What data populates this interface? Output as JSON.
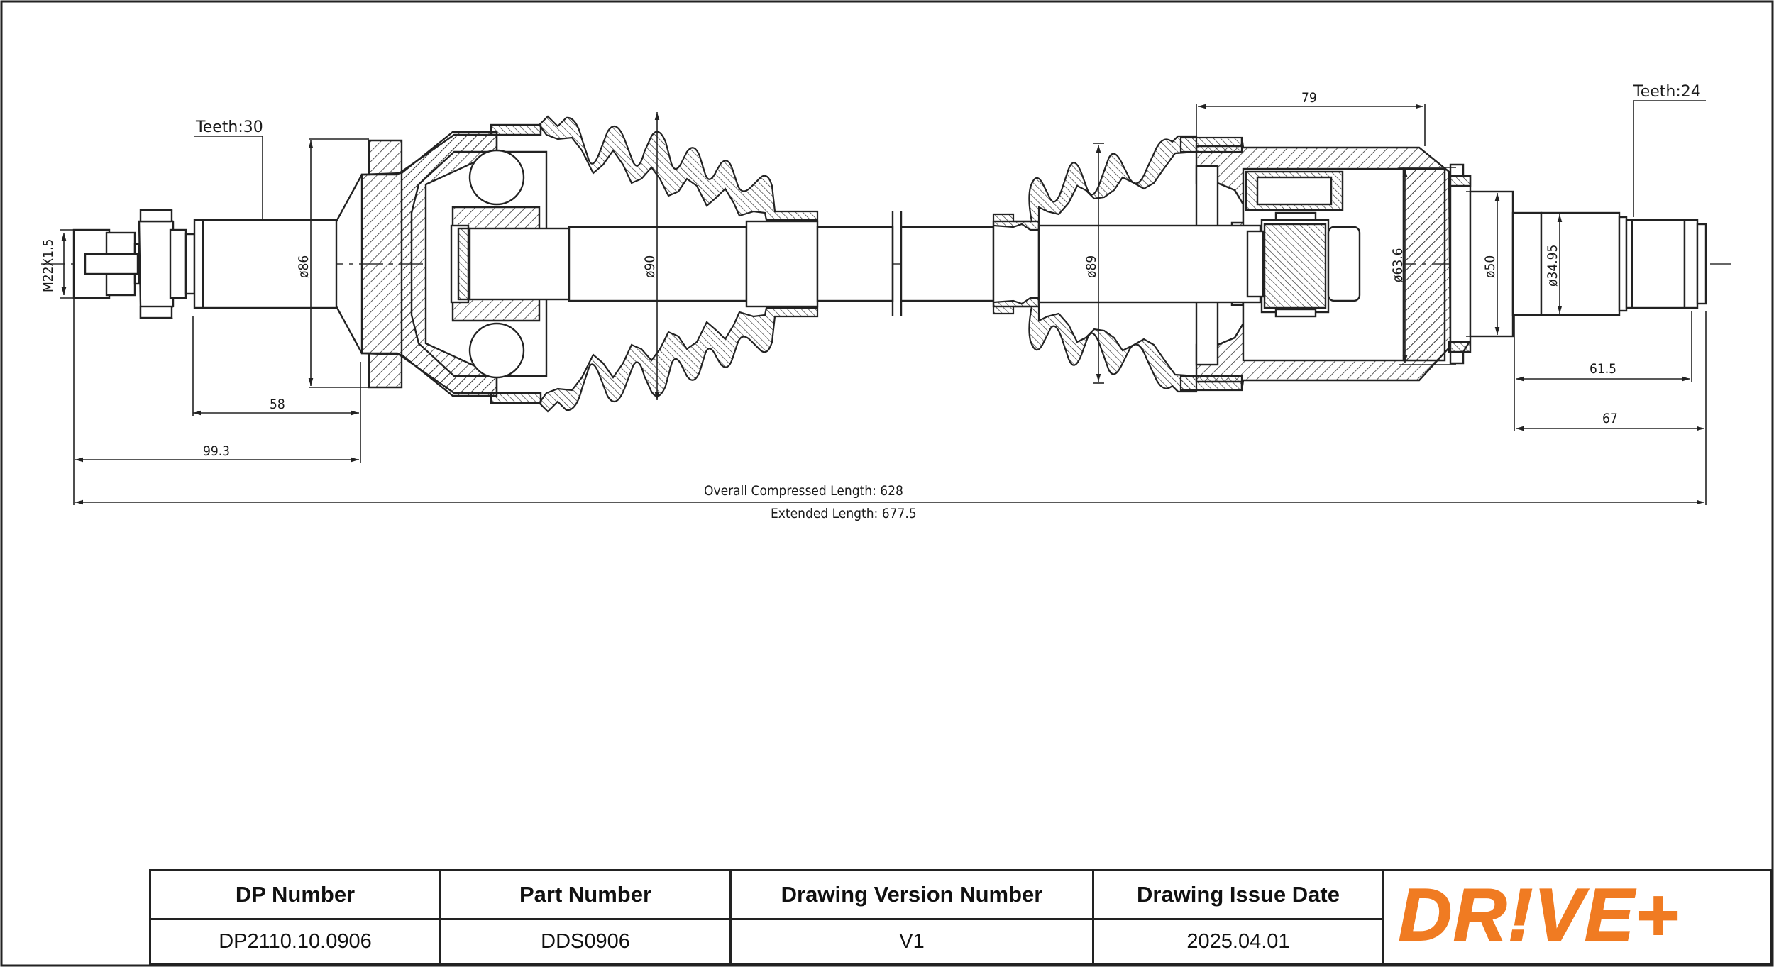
{
  "drawing": {
    "teeth_left": "Teeth:30",
    "teeth_right": "Teeth:24",
    "thread": "M22X1.5",
    "dia_86": "ø86",
    "dia_90": "ø90",
    "dia_89": "ø89",
    "dia_63_6": "ø63.6",
    "dia_50": "ø50",
    "dia_34_95": "ø34.95",
    "len_58": "58",
    "len_99_3": "99.3",
    "len_79": "79",
    "len_61_5": "61.5",
    "len_67": "67",
    "overall_compressed_length": "Overall  Compressed  Length: 628",
    "extended_length": "Extended  Length: 677.5"
  },
  "title_block": {
    "dp_number_label": "DP Number",
    "dp_number_value": "DP2110.10.0906",
    "part_number_label": "Part Number",
    "part_number_value": "DDS0906",
    "version_label": "Drawing Version Number",
    "version_value": "V1",
    "issue_date_label": "Drawing Issue Date",
    "issue_date_value": "2025.04.01"
  },
  "logo": {
    "text": "DR!VE+",
    "color": "#f07b22"
  },
  "colors": {
    "line": "#222222",
    "accent": "#f07b22"
  }
}
